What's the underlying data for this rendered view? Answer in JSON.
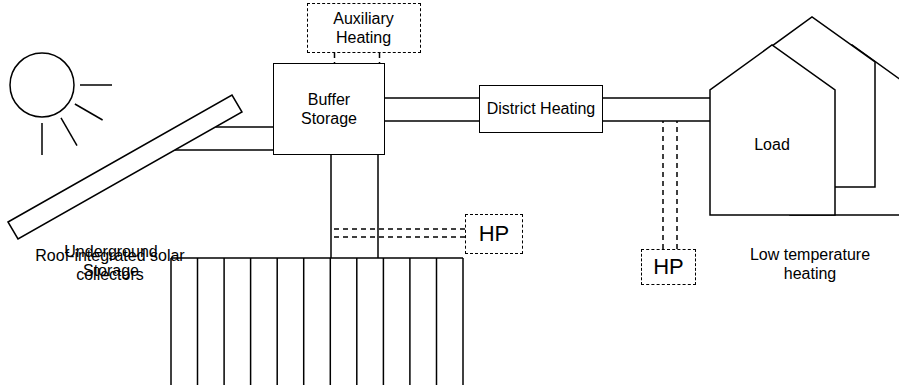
{
  "diagram": {
    "nodes": [
      {
        "text": [
          "Roof-integrated solar collectors"
        ]
      },
      {
        "text": [
          "Auxiliary Heating"
        ]
      },
      {
        "text": [
          "Buffer Storage"
        ]
      },
      {
        "text": [
          "HP"
        ]
      },
      {
        "text": [
          "District Heating"
        ]
      },
      {
        "text": [
          "Load",
          "Low temperature heating"
        ]
      },
      {
        "text": [
          "HP"
        ]
      },
      {
        "text": [
          "Underground Storage"
        ]
      }
    ],
    "edges": [
      {
        "from": 0,
        "to": 2,
        "arrow": "none"
      },
      {
        "from": 1,
        "to": 2,
        "arrow": "none"
      },
      {
        "from": 2,
        "to": 4,
        "arrow": "none"
      },
      {
        "from": 4,
        "to": 5,
        "arrow": "none"
      },
      {
        "from": 2,
        "to": 7,
        "arrow": "none"
      },
      {
        "from": 3,
        "to": 2,
        "arrow": "none"
      },
      {
        "from": 6,
        "to": 5,
        "arrow": "none"
      }
    ]
  }
}
